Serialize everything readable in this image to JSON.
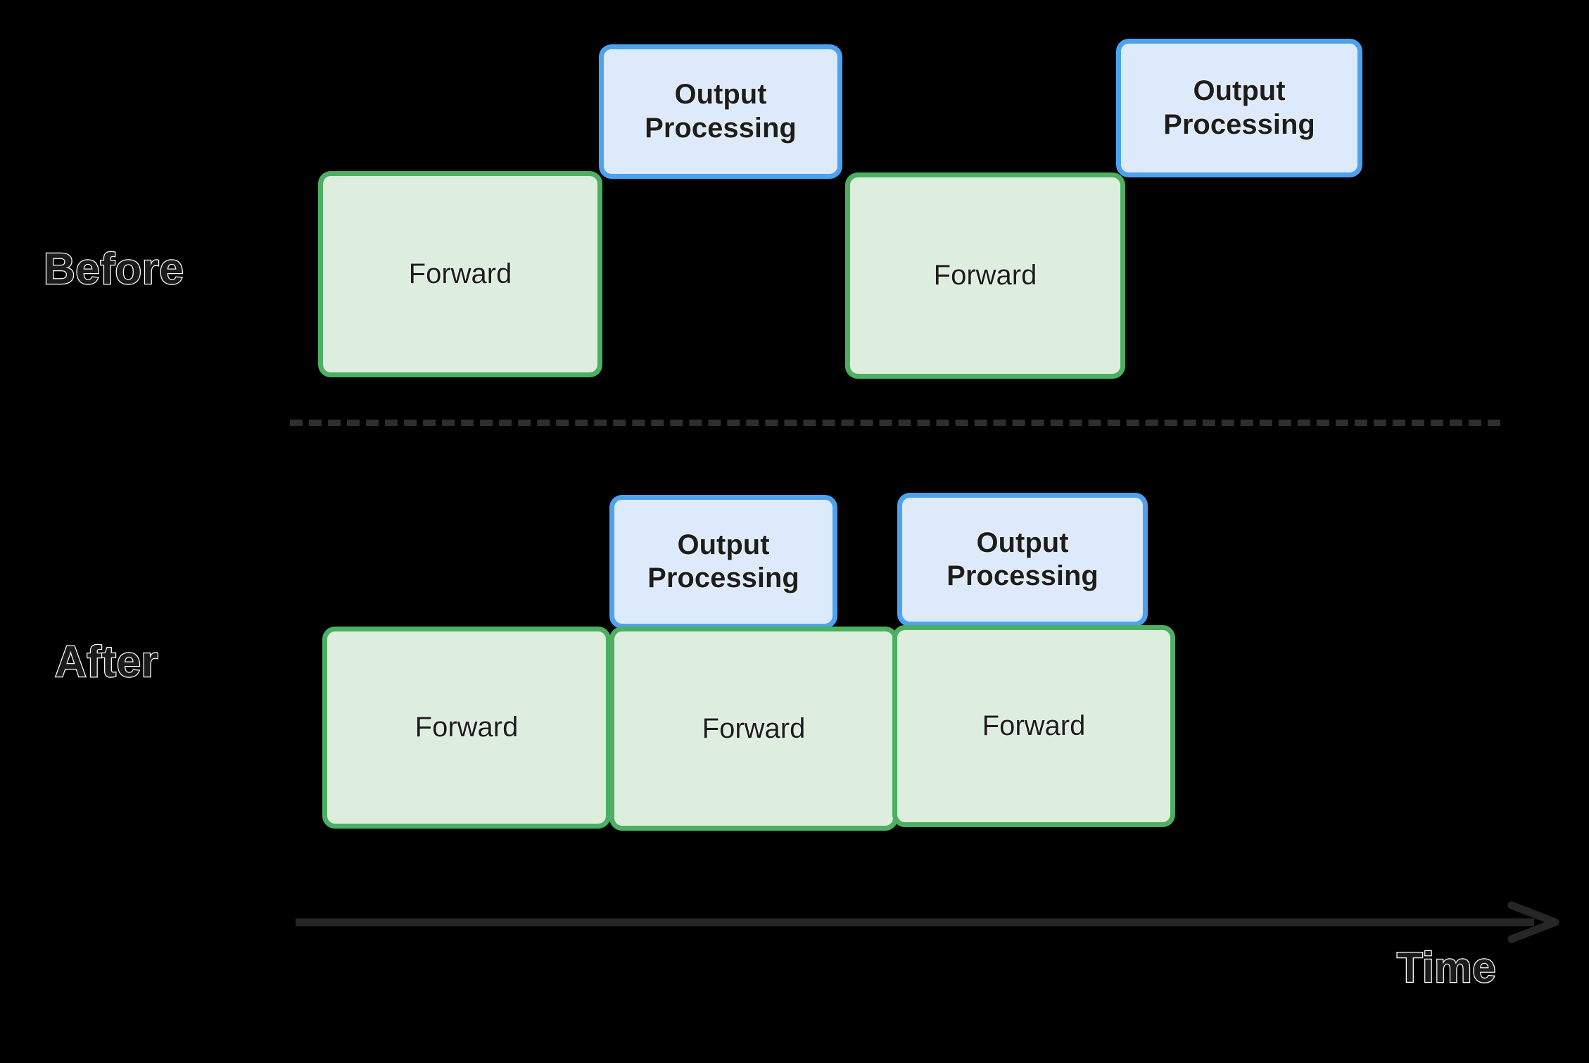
{
  "diagram": {
    "title_text": "",
    "colors": {
      "background": "#000000",
      "green_fill": "#ddeede",
      "green_border": "#4caf61",
      "blue_fill": "#ddeafb",
      "blue_border": "#4ba3ef",
      "divider": "#2e2e2e",
      "axis": "#262626",
      "label_fill": "#1b1b1b",
      "label_outline": "#ffffff"
    },
    "rows": [
      {
        "name": "before",
        "label": "Before",
        "boxes": [
          {
            "kind": "forward",
            "label": "Forward"
          },
          {
            "kind": "output",
            "label_line1": "Output",
            "label_line2": "Processing"
          },
          {
            "kind": "forward",
            "label": "Forward"
          },
          {
            "kind": "output",
            "label_line1": "Output",
            "label_line2": "Processing"
          }
        ]
      },
      {
        "name": "after",
        "label": "After",
        "boxes": [
          {
            "kind": "forward",
            "label": "Forward"
          },
          {
            "kind": "forward",
            "label": "Forward"
          },
          {
            "kind": "forward",
            "label": "Forward"
          },
          {
            "kind": "output",
            "label_line1": "Output",
            "label_line2": "Processing"
          },
          {
            "kind": "output",
            "label_line1": "Output",
            "label_line2": "Processing"
          }
        ]
      }
    ],
    "axis": {
      "label": "Time",
      "direction": "right",
      "icon": "arrow-right-icon"
    },
    "divider": {
      "style": "dashed",
      "icon": "horizontal-dashed-rule"
    }
  }
}
